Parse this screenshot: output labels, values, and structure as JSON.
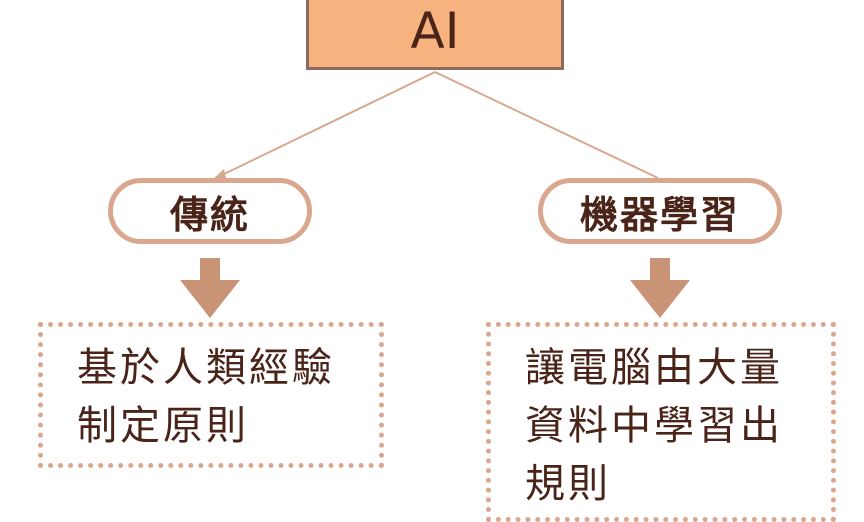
{
  "colors": {
    "root_fill": "#f6b27f",
    "root_border": "#8c6a60",
    "accent": "#d9a78d",
    "arrow": "#c99375",
    "text": "#4a2418"
  },
  "root": {
    "label": "AI"
  },
  "branches": [
    {
      "label": "傳統",
      "description_lines": [
        "基於人類經驗",
        "制定原則"
      ]
    },
    {
      "label": "機器學習",
      "description_lines": [
        "讓電腦由大量",
        "資料中學習出",
        "規則"
      ]
    }
  ]
}
